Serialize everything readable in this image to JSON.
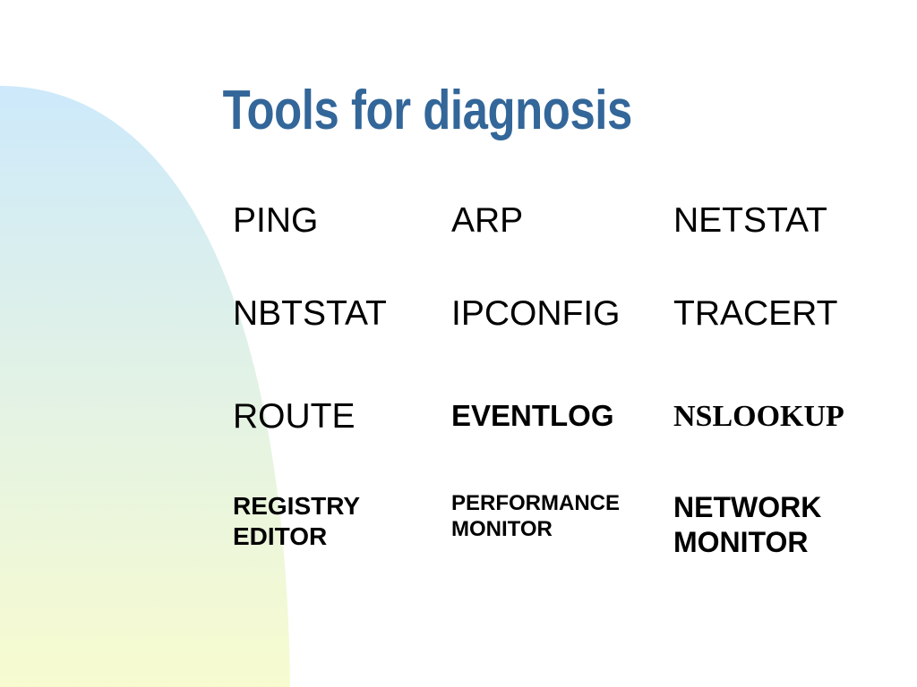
{
  "slide": {
    "title": "Tools for diagnosis",
    "colors": {
      "title": "#336699",
      "arc_top": "#cde9fb",
      "arc_bottom": "#f7fbcf",
      "text": "#000000"
    },
    "tools": {
      "ping": "PING",
      "arp": "ARP",
      "netstat": "NETSTAT",
      "nbtstat": "NBTSTAT",
      "ipconfig": "IPCONFIG",
      "tracert": "TRACERT",
      "route": "ROUTE",
      "eventlog": "EVENTLOG",
      "nslookup": "NSLOOKUP",
      "registry_editor": [
        "REGISTRY",
        "EDITOR"
      ],
      "performance_monitor": [
        "PERFORMANCE",
        "MONITOR"
      ],
      "network_monitor": [
        "NETWORK",
        "MONITOR"
      ]
    }
  }
}
